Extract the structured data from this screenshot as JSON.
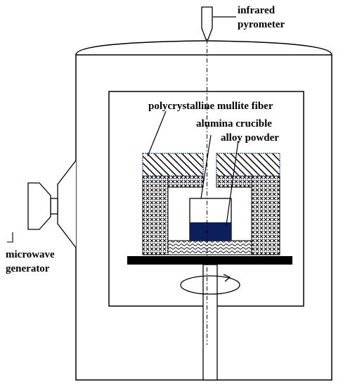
{
  "labels": {
    "pyrometer_line1": "infrared",
    "pyrometer_line2": "pyrometer",
    "mullite_fiber": "polycrystalline mullite fiber",
    "crucible": "alumina crucible",
    "alloy_powder": "alloy powder",
    "microwave_line1": "microwave",
    "microwave_line2": "generator"
  },
  "colors": {
    "line": "#000000",
    "alloy_fill": "#0a1f5c",
    "lid_outline": "#1f3d8a",
    "background": "#ffffff"
  }
}
